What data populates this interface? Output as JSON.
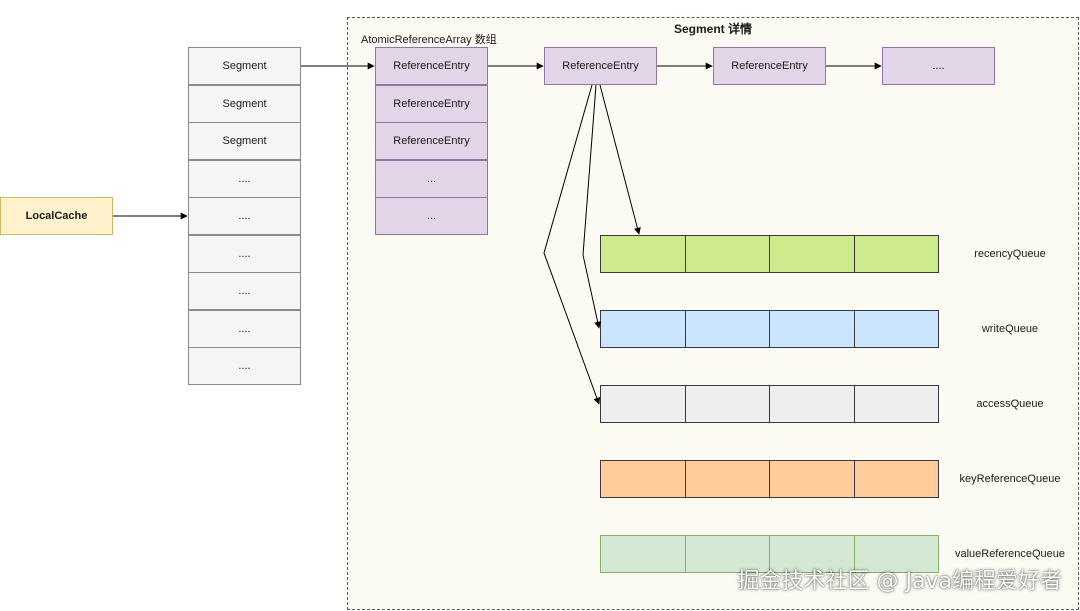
{
  "panel": {
    "title": "Segment 详情"
  },
  "array": {
    "title": "AtomicReferenceArray 数组"
  },
  "localcache": {
    "label": "LocalCache"
  },
  "segments": [
    "Segment",
    "Segment",
    "Segment",
    "....",
    "....",
    "....",
    "....",
    "....",
    "...."
  ],
  "array_entries": [
    "ReferenceEntry",
    "ReferenceEntry",
    "ReferenceEntry",
    "...",
    "..."
  ],
  "chain": [
    "ReferenceEntry",
    "ReferenceEntry",
    "...."
  ],
  "queues": [
    {
      "name": "recencyQueue",
      "fill": "#cdeb8b",
      "stroke": "#36393d"
    },
    {
      "name": "writeQueue",
      "fill": "#cce5ff",
      "stroke": "#36393d"
    },
    {
      "name": "accessQueue",
      "fill": "#eeeeee",
      "stroke": "#36393d"
    },
    {
      "name": "keyReferenceQueue",
      "fill": "#ffcc99",
      "stroke": "#36393d"
    },
    {
      "name": "valueReferenceQueue",
      "fill": "#d5e8d4",
      "stroke": "#82b366"
    }
  ],
  "watermark": "掘金技术社区 @ Java编程爱好者"
}
